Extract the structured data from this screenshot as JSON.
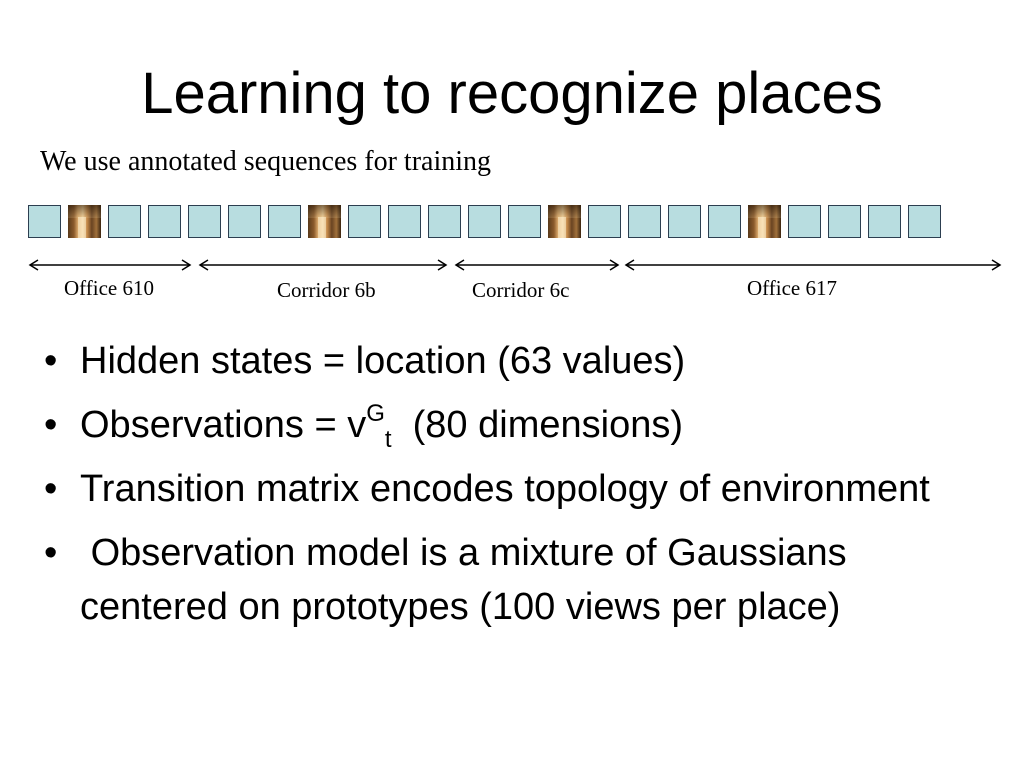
{
  "slide": {
    "title": "Learning to recognize places",
    "subtitle": "We use annotated sequences for training"
  },
  "sequence": {
    "frames": [
      "box",
      "photo",
      "box",
      "box",
      "box",
      "box",
      "box",
      "photo",
      "box",
      "box",
      "box",
      "box",
      "box",
      "photo",
      "box",
      "box",
      "box",
      "box",
      "photo",
      "box",
      "box",
      "box",
      "box"
    ],
    "regions": [
      {
        "label": "Office 610"
      },
      {
        "label": "Corridor 6b"
      },
      {
        "label": "Corridor 6c"
      },
      {
        "label": "Office 617"
      }
    ]
  },
  "bullets": [
    {
      "text": "Hidden states = location (63 values)"
    },
    {
      "pre": "Observations = v",
      "sup": "G",
      "sub": "t",
      "post": "  (80 dimensions)"
    },
    {
      "text": "Transition matrix encodes topology of environment"
    },
    {
      "text": " Observation model is a mixture of Gaussians centered on prototypes (100 views per place)"
    }
  ],
  "colors": {
    "frame_fill": "#b8dde0",
    "frame_border": "#2c3e50"
  }
}
